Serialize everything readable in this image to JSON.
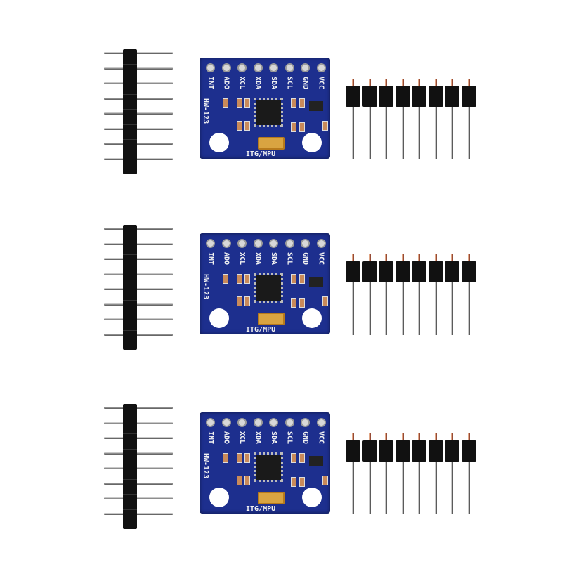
{
  "board": {
    "pin_labels": [
      "INT",
      "ADO",
      "XCL",
      "XDA",
      "SDA",
      "SCL",
      "GND",
      "VCC"
    ],
    "model_label": "HW-123",
    "marking": "ITG/MPU",
    "pcb_color": "#1d2f8e"
  },
  "kits": [
    {
      "id": 1
    },
    {
      "id": 2
    },
    {
      "id": 3
    }
  ],
  "header_pin_count": 8
}
